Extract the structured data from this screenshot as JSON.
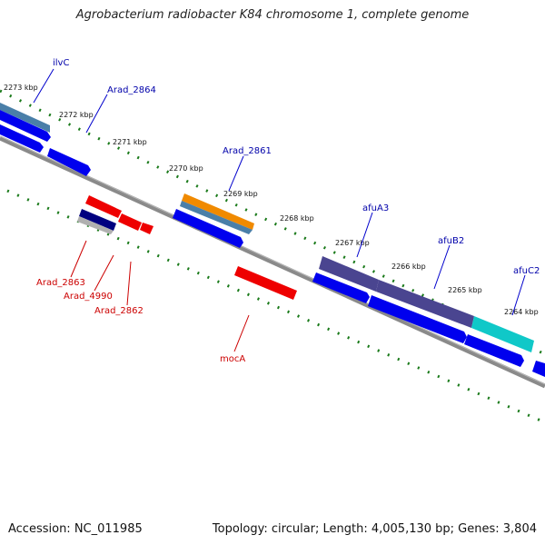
{
  "title": "Agrobacterium radiobacter K84 chromosome 1, complete genome",
  "footer": {
    "accession": "Accession: NC_011985",
    "topology": "Topology: circular; Length: 4,005,130 bp; Genes: 3,804"
  },
  "colors": {
    "backbone": "#808080",
    "tick": "#1a7a1a",
    "forward_label": "#0000aa",
    "reverse_label": "#cc0000",
    "cds_blue": "#0000ee",
    "cds_red": "#ee0000",
    "gene_steel": "#4a7fa8",
    "gene_orange": "#f08a00",
    "gene_purple": "#4a4590",
    "gene_cyan": "#10c8c8",
    "gene_navy": "#000080",
    "gene_grey": "#b0b0b0"
  },
  "scale_labels": [
    "2273 kbp",
    "2272 kbp",
    "2271 kbp",
    "2270 kbp",
    "2269 kbp",
    "2268 kbp",
    "2267 kbp",
    "2266 kbp",
    "2265 kbp",
    "2264 kbp"
  ],
  "forward_labels": [
    "ilvC",
    "Arad_2864",
    "Arad_2861",
    "afuA3",
    "afuB2",
    "afuC2"
  ],
  "reverse_labels": [
    "Arad_2863",
    "Arad_4990",
    "Arad_2862",
    "mocA"
  ]
}
